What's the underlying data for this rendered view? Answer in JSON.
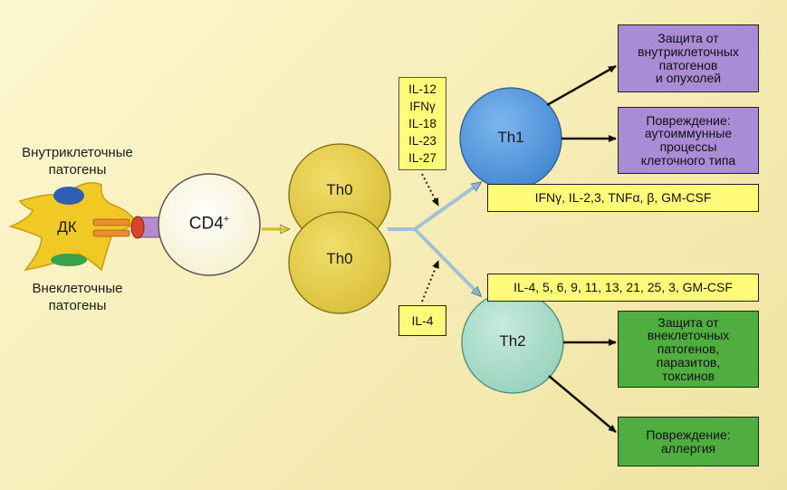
{
  "left_labels": {
    "intracellular": [
      "Внутриклеточные",
      "патогены"
    ],
    "extracellular": [
      "Внеклеточные",
      "патогены"
    ]
  },
  "dc_label": "ДК",
  "cd4": {
    "base": "CD4",
    "sup": "+"
  },
  "th0_upper": "Th0",
  "th0_lower": "Th0",
  "th1": "Th1",
  "th2": "Th2",
  "th1_inducers": [
    "IL-12",
    "IFNγ",
    "IL-18",
    "IL-23",
    "IL-27"
  ],
  "th2_inducer": "IL-4",
  "th1_cytokines": "IFNγ, IL-2,3, TNFα, β, GM-CSF",
  "th2_cytokines": "IL-4, 5, 6, 9, 11, 13, 21, 25, 3, GM-CSF",
  "outcomes": {
    "th1_protection": [
      "Защита от",
      "внутриклеточных",
      "патогенов",
      "и опухолей"
    ],
    "th1_damage": [
      "Повреждение:",
      "аутоиммунные",
      "процессы",
      "клеточного типа"
    ],
    "th2_protection": [
      "Защита от",
      "внеклеточных",
      "патогенов,",
      "паразитов,",
      "токсинов"
    ],
    "th2_damage": [
      "Повреждение:",
      "аллергия"
    ]
  },
  "colors": {
    "background": "#fbf4c6",
    "th0": "#e6d04f",
    "th1": "#4f93dc",
    "th2": "#a9dcc9",
    "cd4": "#fffce5",
    "dc": "#f2cc2a",
    "yellow_box": "#fffb7a",
    "purple_box": "#a98bd6",
    "green_box": "#4fae3f"
  }
}
